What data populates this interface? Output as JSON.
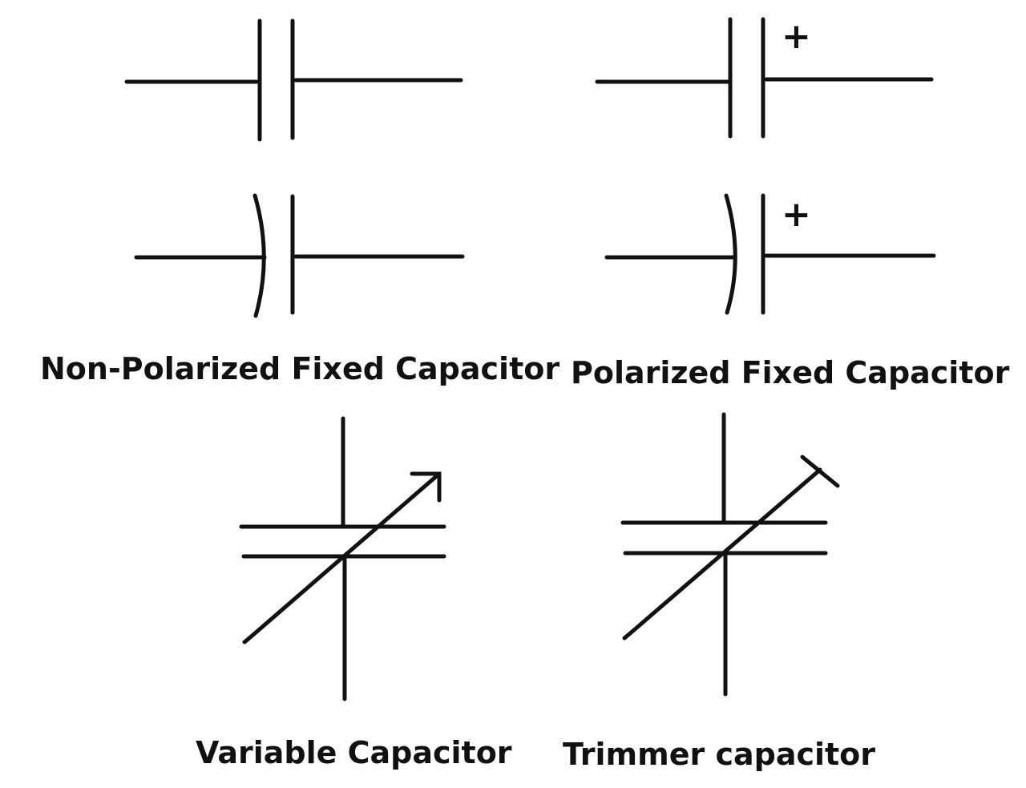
{
  "symbols": {
    "non_polarized": {
      "caption": "Non-Polarized Fixed Capacitor"
    },
    "polarized": {
      "caption": "Polarized Fixed Capacitor",
      "polarity_mark": "+"
    },
    "variable": {
      "caption": "Variable Capacitor"
    },
    "trimmer": {
      "caption": "Trimmer capacitor"
    }
  }
}
